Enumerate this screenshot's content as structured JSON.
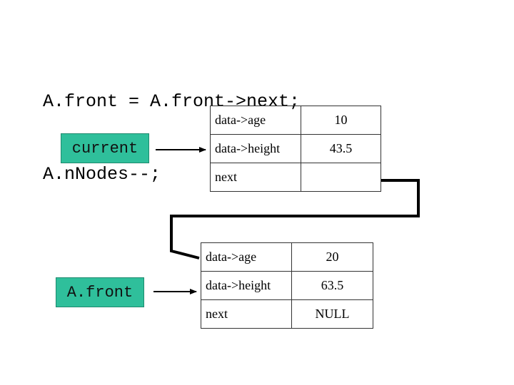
{
  "code": {
    "line1": "A.front = A.front->next;",
    "line2": "A.nNodes--;"
  },
  "pointers": {
    "current": "current",
    "front": "A.front"
  },
  "node1": {
    "age_label": "data->age",
    "age_value": "10",
    "height_label": "data->height",
    "height_value": "43.5",
    "next_label": "next",
    "next_value": ""
  },
  "node2": {
    "age_label": "data->age",
    "age_value": "20",
    "height_label": "data->height",
    "height_value": "63.5",
    "next_label": "next",
    "next_value": "NULL"
  },
  "colors": {
    "pointer_box": "#2fbf9b",
    "line": "#000000"
  }
}
